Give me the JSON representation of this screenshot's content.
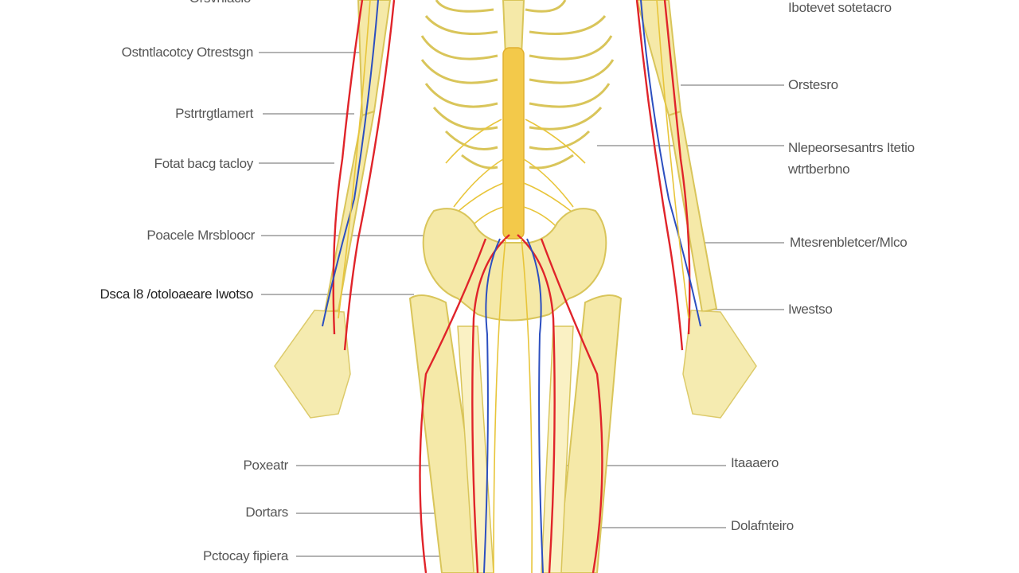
{
  "colors": {
    "bone": "#f5e9a8",
    "bone_stroke": "#d9c55a",
    "spine": "#f3c94a",
    "nerve": "#e8c53a",
    "artery": "#e0242a",
    "vein": "#2c4fc0",
    "leader": "#9a9a9a",
    "label_text": "#555555"
  },
  "labels_left": [
    {
      "id": "l0",
      "text": "Orsvhlaclo"
    },
    {
      "id": "l1",
      "text": "Ostntlacotcy Otrestsgn"
    },
    {
      "id": "l2",
      "text": "Pstrtrgtlamert"
    },
    {
      "id": "l3",
      "text": "Fotat bacg tacloy"
    },
    {
      "id": "l4",
      "text": "Poacele Mrsbloocr"
    },
    {
      "id": "l5",
      "text": "Dsca l8 /otoloaeare Iwotso"
    },
    {
      "id": "l6",
      "text": "Poxeatr"
    },
    {
      "id": "l7",
      "text": "Dortars"
    },
    {
      "id": "l8",
      "text": "Pctocay fipiera"
    }
  ],
  "labels_right": [
    {
      "id": "r0",
      "text": "Ibotevet sotetacro"
    },
    {
      "id": "r1",
      "text": "Orstesro"
    },
    {
      "id": "r2",
      "text": "Nlepeorsesantrs Itetio\nwtrtberbno"
    },
    {
      "id": "r3",
      "text": "Mtesrenbletcer/Mlco"
    },
    {
      "id": "r4",
      "text": "Iwestso"
    },
    {
      "id": "r5",
      "text": "Itaaaero"
    },
    {
      "id": "r6",
      "text": "Dolafnteiro"
    }
  ]
}
